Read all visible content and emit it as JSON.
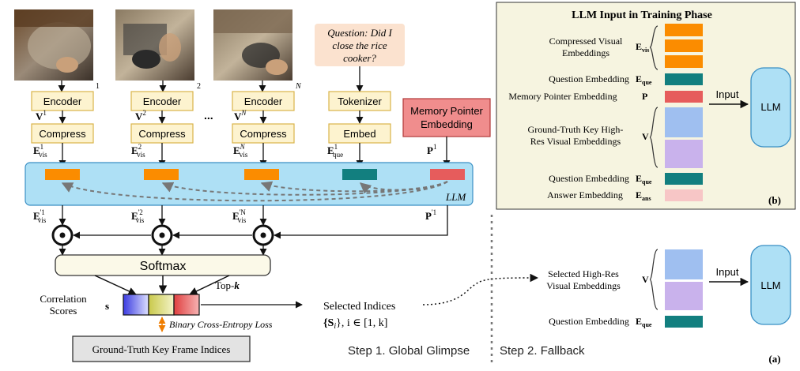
{
  "frames": [
    {
      "superscript": "1",
      "encoder": "Encoder",
      "v_label": "V",
      "v_sup": "1",
      "compress": "Compress",
      "e_label": "E",
      "e_sub": "vis",
      "e_sup": "1",
      "ep_sup": "'1"
    },
    {
      "superscript": "2",
      "encoder": "Encoder",
      "v_label": "V",
      "v_sup": "2",
      "compress": "Compress",
      "e_label": "E",
      "e_sub": "vis",
      "e_sup": "2",
      "ep_sup": "'2"
    },
    {
      "superscript": "N",
      "encoder": "Encoder",
      "v_label": "V",
      "v_sup": "N",
      "compress": "Compress",
      "e_label": "E",
      "e_sub": "vis",
      "e_sup": "N",
      "ep_sup": "'N"
    }
  ],
  "ellipsis": "...",
  "question_box": {
    "lines": [
      "Question: Did I",
      "close the rice",
      "cooker?"
    ]
  },
  "tokenizer": "Tokenizer",
  "embed": "Embed",
  "question_embedding_label": {
    "e": "E",
    "sub": "que",
    "sup": "1"
  },
  "memory_pointer_box": {
    "lines": [
      "Memory Pointer",
      "Embedding"
    ]
  },
  "pointer_label": {
    "p": "P",
    "sup": "1"
  },
  "pointer_out_label": {
    "p": "P",
    "sup": "'1"
  },
  "llm_bar_label": "LLM",
  "softmax": "Softmax",
  "topk": {
    "text": "Top-",
    "k": "k"
  },
  "correlation": {
    "lines": [
      "Correlation",
      "Scores"
    ],
    "symbol": "s"
  },
  "bce_loss": "Binary Cross-Entropy Loss",
  "ground_truth_box": "Ground-Truth Key Frame Indices",
  "selected_indices": {
    "title": "Selected Indices",
    "formula": "{S",
    "formula_sub": "i",
    "formula_rest": "}, i ∈ [1, k]"
  },
  "step1": "Step 1. Global Glimpse",
  "step2": "Step 2. Fallback",
  "panel_b": {
    "title": "LLM Input in Training Phase",
    "rows": [
      {
        "label_lines": [
          "Compressed Visual",
          "Embeddings"
        ],
        "sym": "E",
        "sub": "vis"
      },
      {
        "label_lines": [
          "Question Embedding"
        ],
        "sym": "E",
        "sub": "que"
      },
      {
        "label_lines": [
          "Memory Pointer Embedding"
        ],
        "sym": "P",
        "sub": ""
      },
      {
        "label_lines": [
          "Ground-Truth Key High-",
          "Res Visual Embeddings"
        ],
        "sym": "V",
        "sub": ""
      },
      {
        "label_lines": [
          "Question Embedding"
        ],
        "sym": "E",
        "sub": "que"
      },
      {
        "label_lines": [
          "Answer Embedding"
        ],
        "sym": "E",
        "sub": "ans"
      }
    ],
    "input_label": "Input",
    "llm": "LLM",
    "tag": "(b)"
  },
  "panel_a": {
    "rows": [
      {
        "label_lines": [
          "Selected High-Res",
          "Visual Embeddings"
        ],
        "sym": "V",
        "sub": ""
      },
      {
        "label_lines": [
          "Question Embedding"
        ],
        "sym": "E",
        "sub": "que"
      }
    ],
    "input_label": "Input",
    "llm": "LLM",
    "tag": "(a)"
  },
  "colors": {
    "orange": "#fb8c00",
    "teal": "#127f7f",
    "red": "#e65c5c",
    "blue_light": "#9fbff0",
    "purple_light": "#c9b2ec",
    "pink_light": "#f7c6c6",
    "llm_fill": "#aee0f5",
    "llm_stroke": "#3a8fc4",
    "box_fill": "#fdf3cf",
    "box_stroke": "#d9b44a",
    "panel_b_bg": "#f6f4e0"
  }
}
